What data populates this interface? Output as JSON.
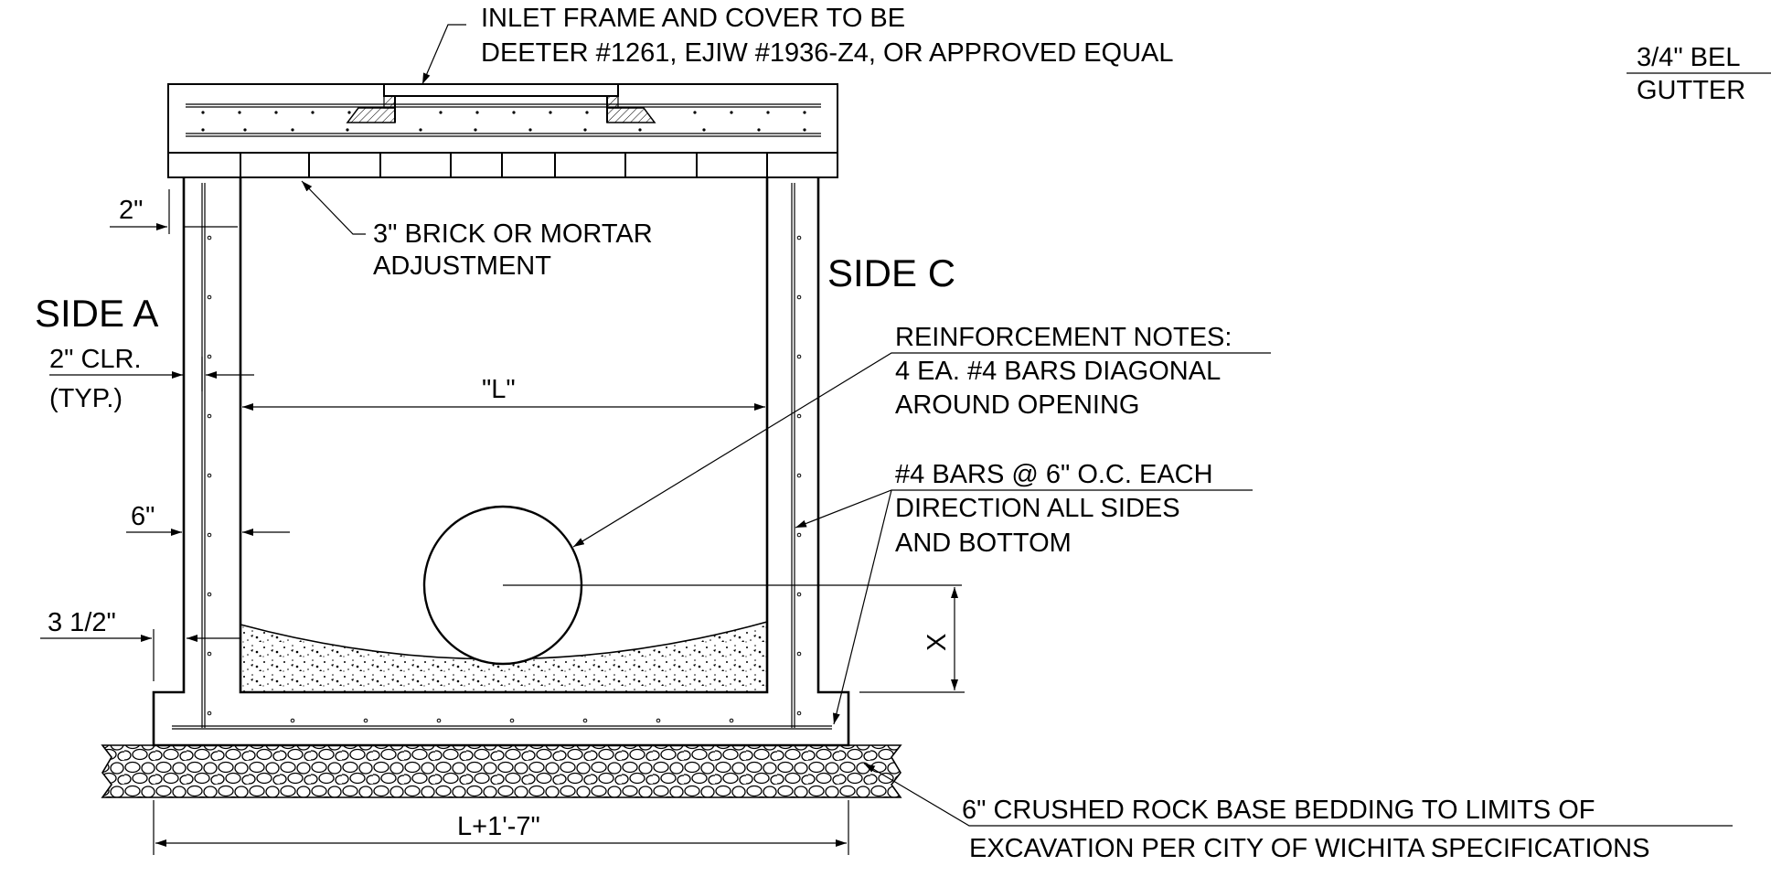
{
  "labels": {
    "inlet_frame_line1": "INLET FRAME AND COVER TO BE",
    "inlet_frame_line2": "DEETER #1261, EJIW #1936-Z4, OR APPROVED EQUAL",
    "below_gutter_top": "3/4\" BEL",
    "below_gutter_bottom": "GUTTER",
    "brick_line1": "3\" BRICK OR MORTAR",
    "brick_line2": "ADJUSTMENT",
    "side_a": "SIDE A",
    "side_c": "SIDE C",
    "dim_2in": "2\"",
    "dim_2in_clr": "2\" CLR.",
    "dim_typ": "(TYP.)",
    "dim_l": "\"L\"",
    "dim_6in": "6\"",
    "dim_3_5in": "3 1/2\"",
    "dim_x": "X",
    "dim_l_plus": "L+1'-7\"",
    "reinf_title": "REINFORCEMENT NOTES:",
    "reinf_line1": "4 EA. #4 BARS DIAGONAL",
    "reinf_line2": "AROUND OPENING",
    "bars_line1": "#4 BARS @ 6\" O.C. EACH",
    "bars_line2": "DIRECTION ALL SIDES",
    "bars_line3": "AND BOTTOM",
    "bedding_line1": "6\" CRUSHED ROCK BASE BEDDING TO LIMITS OF",
    "bedding_line2": "EXCAVATION PER CITY OF WICHITA SPECIFICATIONS"
  },
  "colors": {
    "line": "#000000",
    "background": "#ffffff"
  }
}
